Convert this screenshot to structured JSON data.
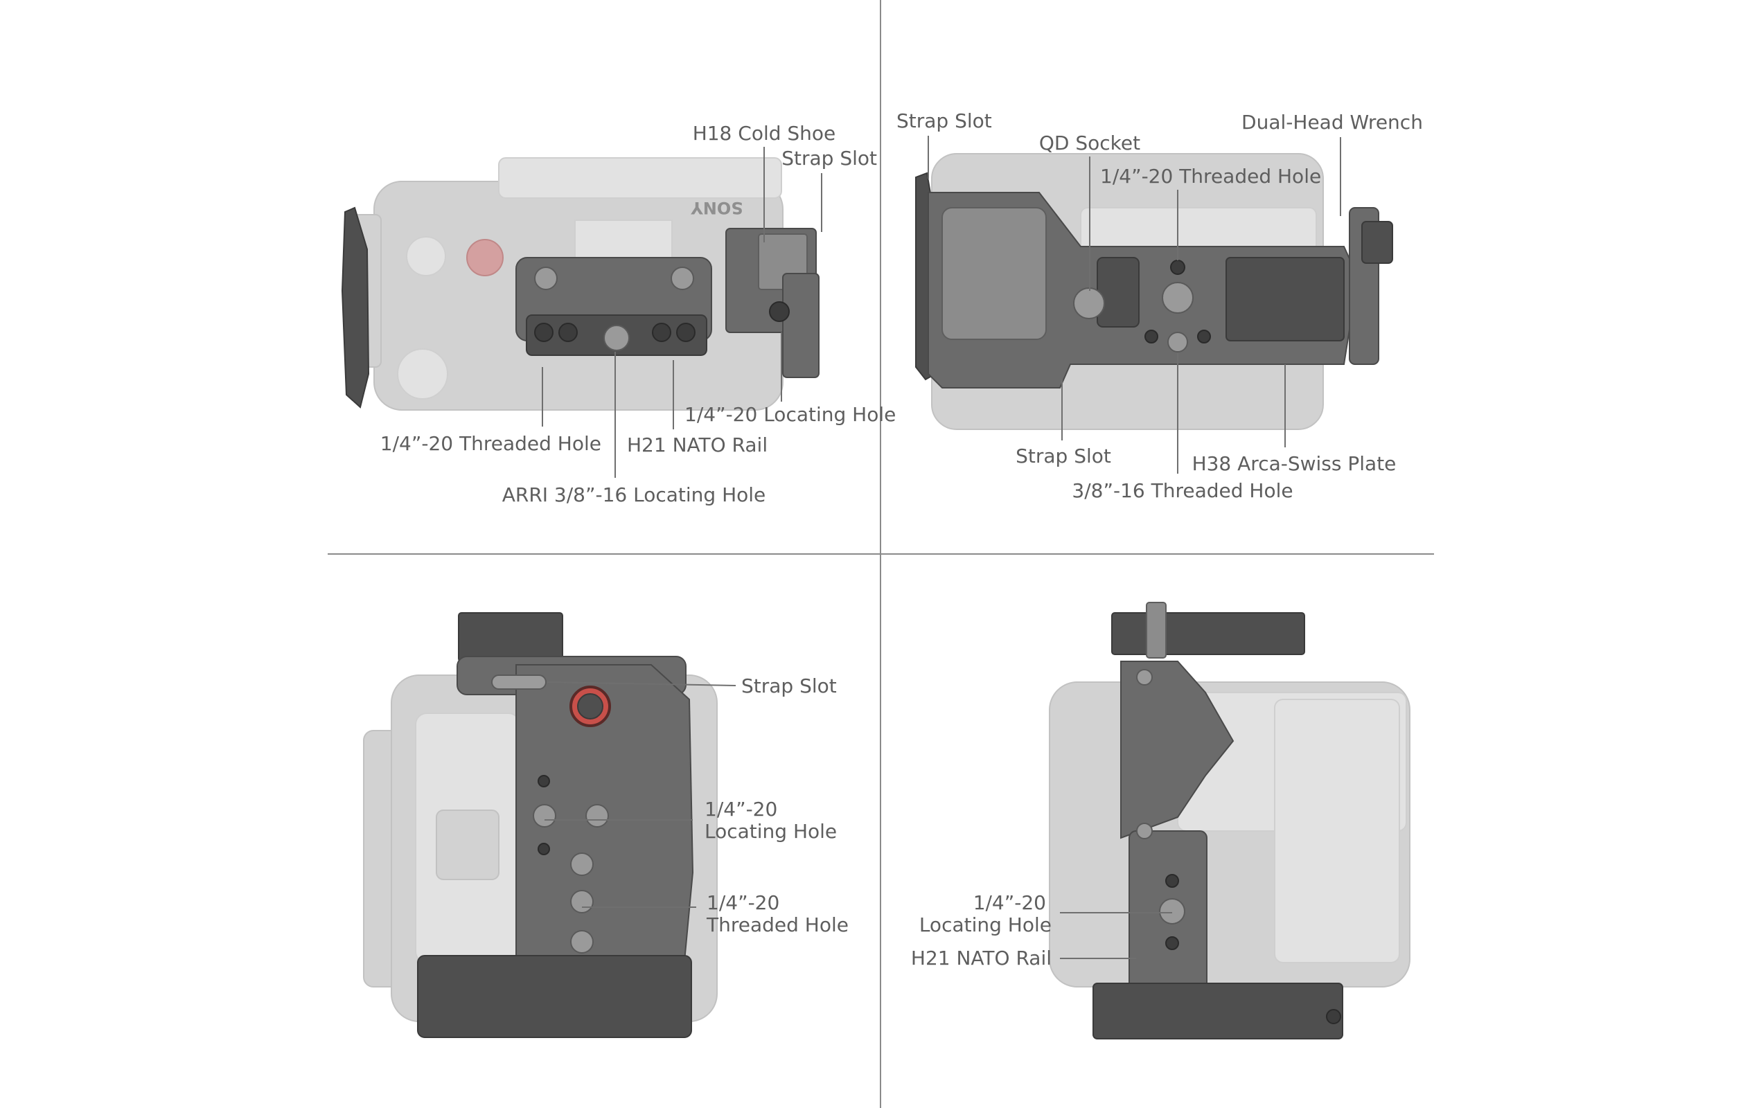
{
  "panels": {
    "top_left": {
      "brand_text": "SONY",
      "labels": {
        "cold_shoe": "H18 Cold Shoe",
        "strap_slot": "Strap Slot",
        "threaded_hole": "1/4”-20 Threaded Hole",
        "locating_hole": "1/4”-20 Locating Hole",
        "nato_rail": "H21 NATO Rail",
        "arri_hole": "ARRI 3/8”-16 Locating Hole"
      }
    },
    "top_right": {
      "labels": {
        "strap_slot_top": "Strap Slot",
        "qd_socket": "QD Socket",
        "threaded_hole": "1/4”-20 Threaded Hole",
        "wrench": "Dual-Head Wrench",
        "strap_slot_bottom": "Strap Slot",
        "arca_plate": "H38 Arca-Swiss Plate",
        "threaded_38": "3/8”-16 Threaded Hole"
      }
    },
    "bottom_left": {
      "labels": {
        "strap_slot": "Strap Slot",
        "locating_hole": [
          "1/4”-20",
          "Locating Hole"
        ],
        "threaded_hole": [
          "1/4”-20",
          "Threaded Hole"
        ]
      }
    },
    "bottom_right": {
      "labels": {
        "locating_hole": [
          "1/4”-20",
          "Locating Hole"
        ],
        "nato_rail": "H21 NATO Rail"
      }
    }
  }
}
